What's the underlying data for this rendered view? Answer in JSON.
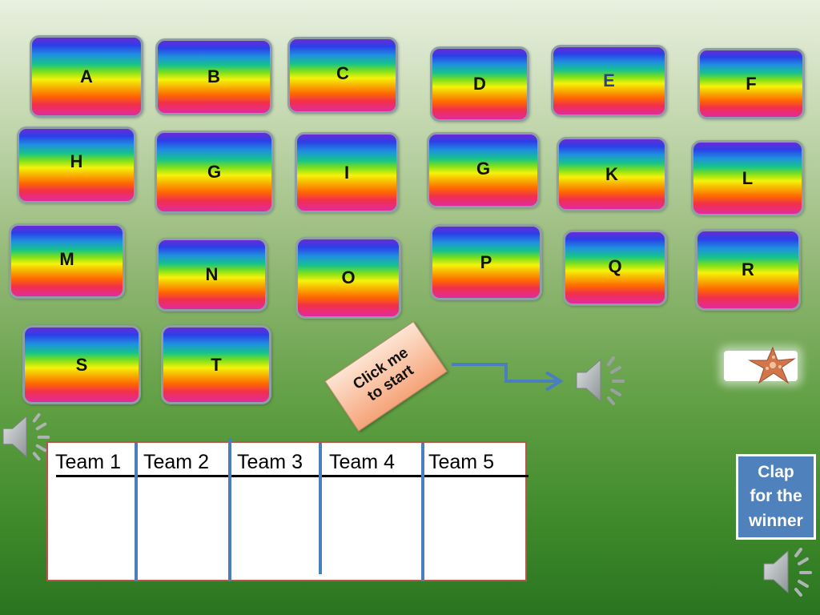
{
  "tiles": [
    {
      "label": "A"
    },
    {
      "label": "B"
    },
    {
      "label": "C"
    },
    {
      "label": "D"
    },
    {
      "label": "E"
    },
    {
      "label": "F"
    },
    {
      "label": "H"
    },
    {
      "label": "G"
    },
    {
      "label": "I"
    },
    {
      "label": "G"
    },
    {
      "label": "K"
    },
    {
      "label": "L"
    },
    {
      "label": "M"
    },
    {
      "label": "N"
    },
    {
      "label": "O"
    },
    {
      "label": "P"
    },
    {
      "label": "Q"
    },
    {
      "label": "R"
    },
    {
      "label": "S"
    },
    {
      "label": "T"
    }
  ],
  "start_button": {
    "line1": "Click me",
    "line2": "to start"
  },
  "score_table": {
    "headers": [
      "Team 1",
      "Team 2",
      "Team 3",
      "Team 4",
      "Team 5"
    ]
  },
  "clap_button": {
    "line1": "Clap",
    "line2": "for the",
    "line3": "winner"
  },
  "icons": {
    "speaker": "speaker-icon",
    "star": "starfish-icon",
    "arrow": "elbow-arrow-icon"
  },
  "colors": {
    "table_border": "#c0504d",
    "column_lines": "#4a7ebd",
    "clap_bg": "#4f81bd"
  }
}
